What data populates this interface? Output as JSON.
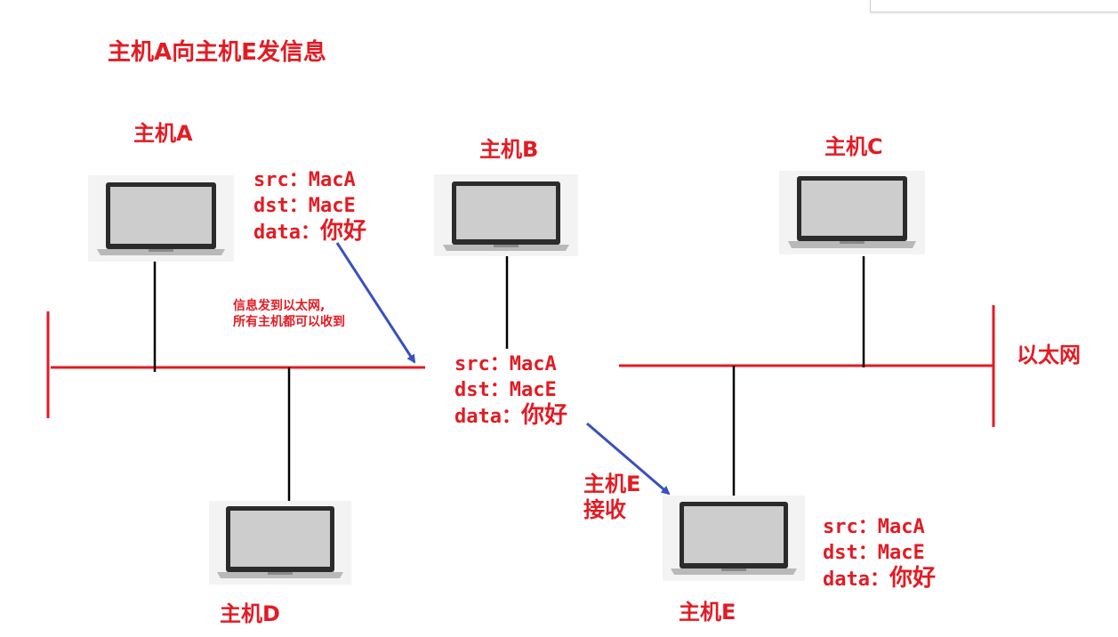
{
  "title": "主机A向主机E发信息",
  "hosts": {
    "a": "主机A",
    "b": "主机B",
    "c": "主机C",
    "d": "主机D",
    "e": "主机E"
  },
  "ethernet_label": "以太网",
  "note": {
    "line1": "信息发到以太网,",
    "line2": "所有主机都可以收到"
  },
  "receive_note": {
    "line1": "主机E",
    "line2": "接收"
  },
  "packet": {
    "src_key": "src：",
    "src_val": "MacA",
    "dst_key": "dst：",
    "dst_val": "MacE",
    "data_key": "data：",
    "data_val": "你好"
  },
  "colors": {
    "bus": "#e31b23",
    "label": "#e31b23",
    "arrow": "#3a4fbf",
    "drop": "#000000"
  }
}
